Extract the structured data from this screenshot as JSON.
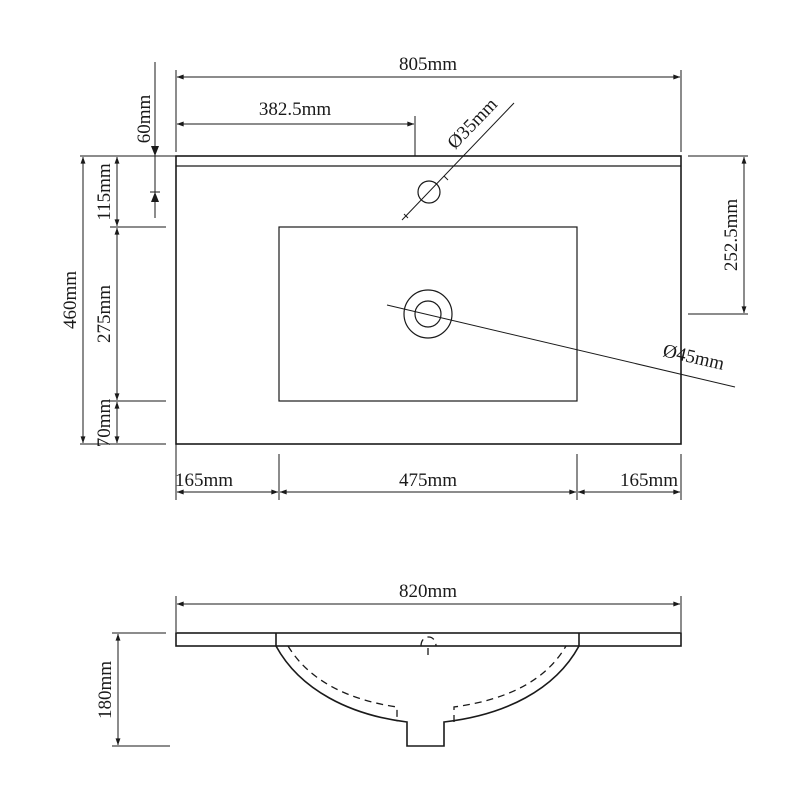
{
  "top_view": {
    "overall_width": "805mm",
    "tap_offset": "382.5mm",
    "tap_hole_diameter": "Ø35mm",
    "back_ledge": "60mm",
    "overall_depth": "460mm",
    "front_to_bowl": "115mm",
    "bowl_depth": "275mm",
    "bowl_to_back": "70mm",
    "waste_offset": "252.5mm",
    "waste_diameter": "Ø45mm",
    "left_margin": "165mm",
    "bowl_width": "475mm",
    "right_margin": "165mm"
  },
  "side_view": {
    "overall_width": "820mm",
    "height": "180mm"
  }
}
